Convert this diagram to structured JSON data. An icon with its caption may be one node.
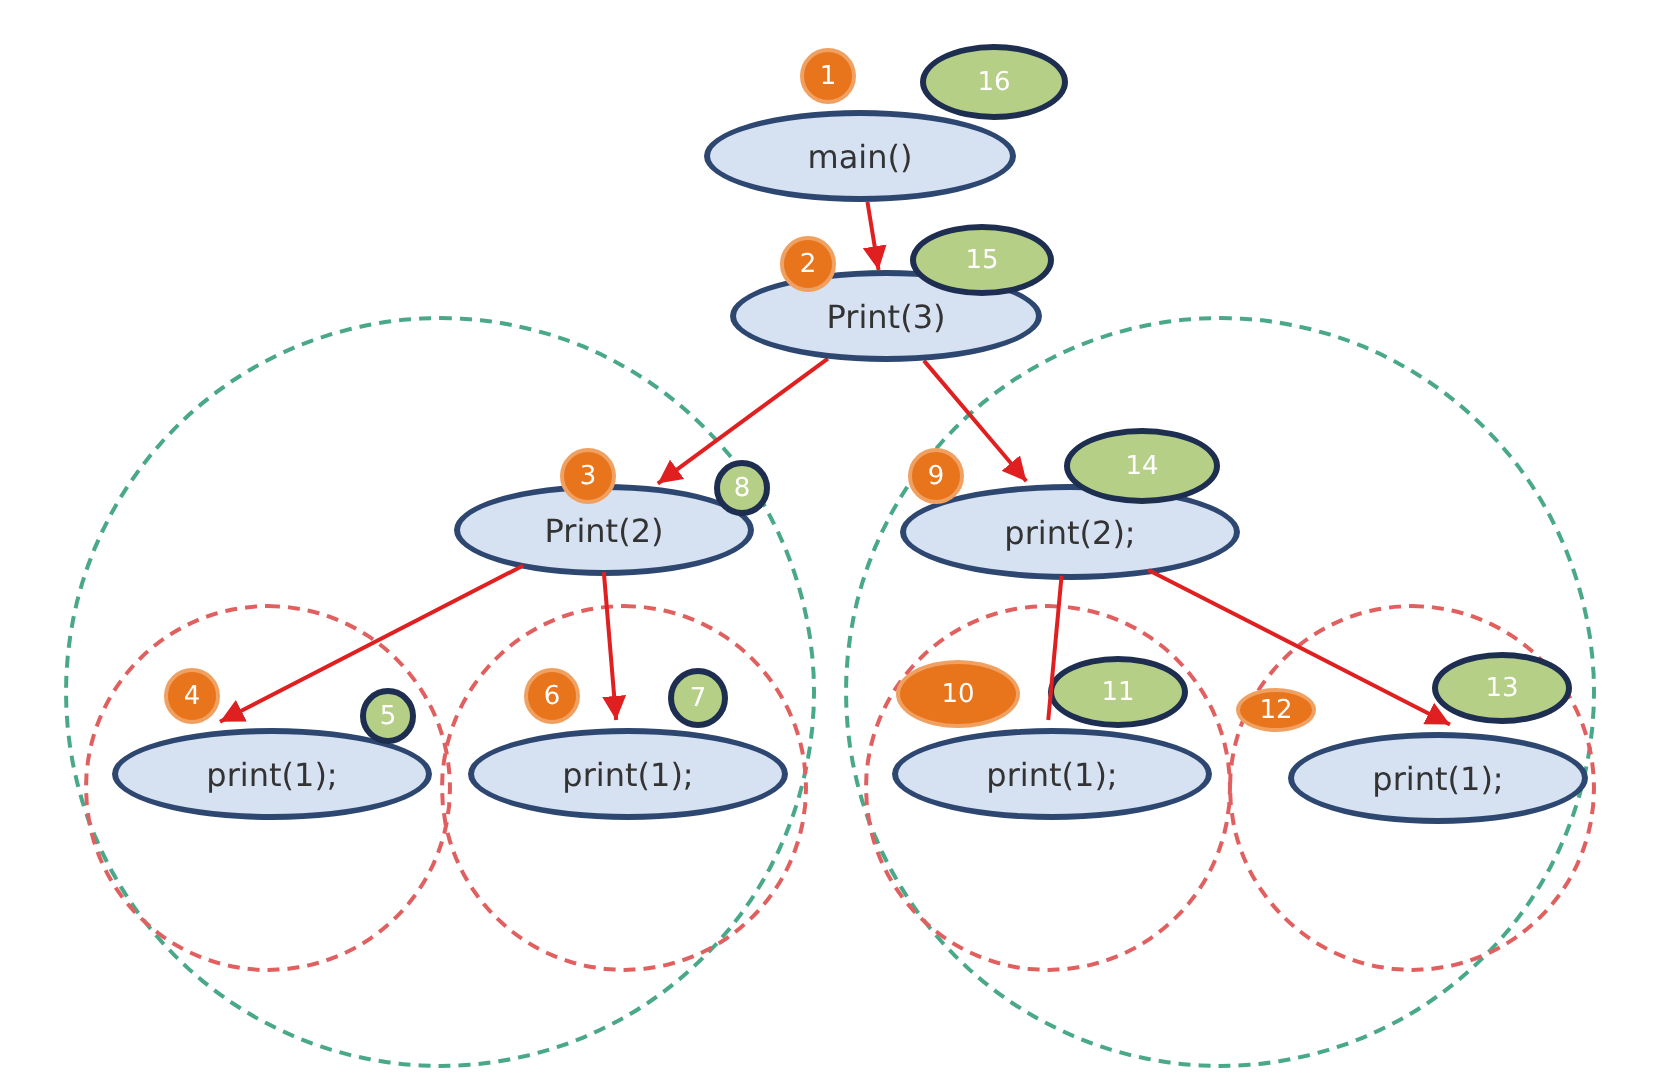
{
  "diagram": {
    "nodes": [
      {
        "text": [
          "1"
        ]
      },
      {
        "text": [
          "16"
        ]
      },
      {
        "text": [
          "main()"
        ]
      },
      {
        "text": [
          "2"
        ]
      },
      {
        "text": [
          "15"
        ]
      },
      {
        "text": [
          "Print(3)"
        ]
      },
      {
        "text": [],
        "shape": "circle"
      },
      {
        "text": [],
        "shape": "circle"
      },
      {
        "text": [
          "3"
        ],
        "in": 6
      },
      {
        "text": [
          "8"
        ],
        "in": 6
      },
      {
        "text": [
          "Print(2)"
        ],
        "in": 6
      },
      {
        "text": [
          "9"
        ],
        "in": 7
      },
      {
        "text": [
          "14"
        ],
        "in": 7
      },
      {
        "text": [
          "print(2);"
        ],
        "in": 7
      },
      {
        "text": [],
        "shape": "circle",
        "in": 6
      },
      {
        "text": [],
        "shape": "circle",
        "in": 6
      },
      {
        "text": [],
        "shape": "circle",
        "in": 7
      },
      {
        "text": [],
        "shape": "circle",
        "in": 7
      },
      {
        "text": [
          "4"
        ],
        "in": 14
      },
      {
        "text": [
          "5"
        ],
        "in": 14
      },
      {
        "text": [
          "print(1);"
        ],
        "in": 14
      },
      {
        "text": [
          "6"
        ],
        "in": 15
      },
      {
        "text": [
          "7"
        ],
        "in": 15
      },
      {
        "text": [
          "print(1);"
        ],
        "in": 15
      },
      {
        "text": [
          "10"
        ],
        "in": 16
      },
      {
        "text": [
          "11"
        ],
        "in": 16
      },
      {
        "text": [
          "print(1);"
        ],
        "in": 16
      },
      {
        "text": [
          "12"
        ],
        "in": 17
      },
      {
        "text": [
          "13"
        ],
        "in": 17
      },
      {
        "text": [
          "print(1);"
        ],
        "in": 17
      }
    ],
    "edges": [
      {
        "from": 2,
        "to": 5,
        "arrow": "to"
      },
      {
        "from": 5,
        "to": 10,
        "arrow": "to"
      },
      {
        "from": 5,
        "to": 13,
        "arrow": "to"
      },
      {
        "from": 10,
        "to": 20,
        "arrow": "to"
      },
      {
        "from": 10,
        "to": 23,
        "arrow": "to"
      },
      {
        "from": 13,
        "to": 26,
        "arrow": "none"
      },
      {
        "from": 13,
        "to": 29,
        "arrow": "to"
      }
    ]
  }
}
